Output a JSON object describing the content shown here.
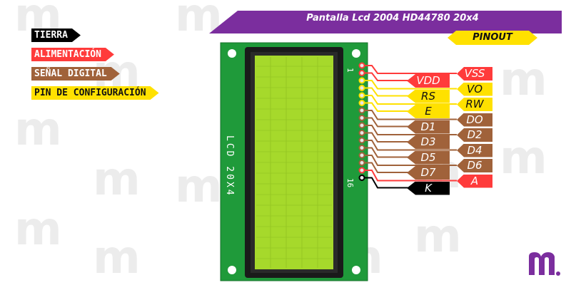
{
  "title": "Pantalla Lcd 2004 HD44780 20x4",
  "subtitle": "PINOUT",
  "module_label": "LCD 20X4",
  "pin_number_first": "1",
  "pin_number_last": "16",
  "legend": [
    {
      "label": "TIERRA",
      "color": "#000000",
      "text_color": "#ffffff"
    },
    {
      "label": "ALIMENTACIÓN",
      "color": "#ff3b3b",
      "text_color": "#ffffff"
    },
    {
      "label": "SEÑAL DIGITAL",
      "color": "#a0623a",
      "text_color": "#ffffff"
    },
    {
      "label": "PIN DE CONFIGURACIÓN",
      "color": "#ffe100",
      "text_color": "#111111"
    }
  ],
  "pins_left": [
    {
      "label": "VDD",
      "type": "power"
    },
    {
      "label": "RS",
      "type": "config"
    },
    {
      "label": "E",
      "type": "config"
    },
    {
      "label": "D1",
      "type": "signal"
    },
    {
      "label": "D3",
      "type": "signal"
    },
    {
      "label": "D5",
      "type": "signal"
    },
    {
      "label": "D7",
      "type": "signal"
    },
    {
      "label": "K",
      "type": "ground"
    }
  ],
  "pins_right": [
    {
      "label": "VSS",
      "type": "power"
    },
    {
      "label": "VO",
      "type": "config"
    },
    {
      "label": "RW",
      "type": "config"
    },
    {
      "label": "DO",
      "type": "signal"
    },
    {
      "label": "D2",
      "type": "signal"
    },
    {
      "label": "D4",
      "type": "signal"
    },
    {
      "label": "D6",
      "type": "signal"
    },
    {
      "label": "A",
      "type": "power"
    }
  ],
  "colors": {
    "pcb": "#1f9a3a",
    "lcd_bezel": "#1a1a1a",
    "lcd_screen": "#a6d92b",
    "title_banner": "#7b2e9e",
    "pinout_banner": "#ffe100",
    "watermark": "#ececec",
    "logo": "#7b2e9e"
  }
}
